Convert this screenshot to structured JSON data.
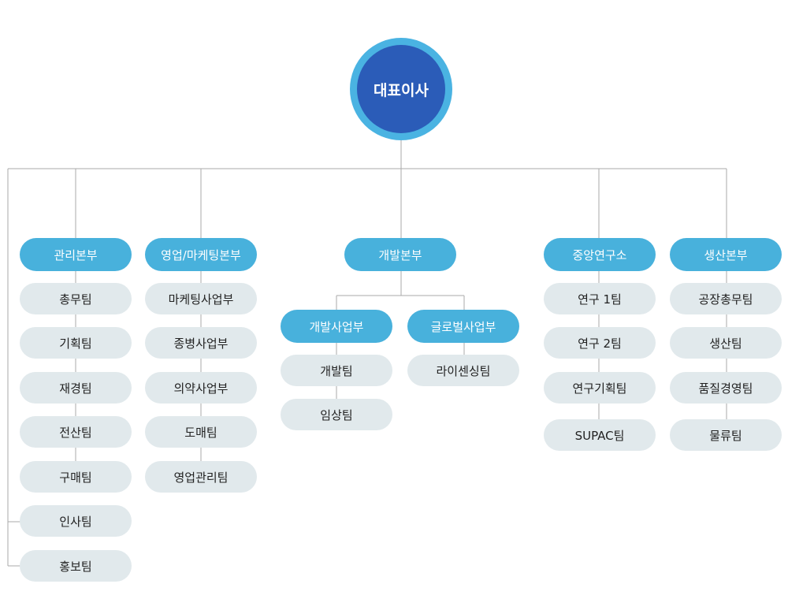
{
  "ceo": "대표이사",
  "divisions": [
    {
      "label": "관리본부",
      "teams": [
        "총무팀",
        "기획팀",
        "재경팀",
        "전산팀",
        "구매팀",
        "인사팀",
        "홍보팀"
      ]
    },
    {
      "label": "영업/마케팅본부",
      "teams": [
        "마케팅사업부",
        "종병사업부",
        "의약사업부",
        "도매팀",
        "영업관리팀"
      ]
    },
    {
      "label": "개발본부",
      "subs": [
        {
          "label": "개발사업부",
          "teams": [
            "개발팀",
            "임상팀"
          ]
        },
        {
          "label": "글로벌사업부",
          "teams": [
            "라이센싱팀"
          ]
        }
      ]
    },
    {
      "label": "중앙연구소",
      "teams": [
        "연구 1팀",
        "연구 2팀",
        "연구기획팀",
        "SUPAC팀"
      ]
    },
    {
      "label": "생산본부",
      "teams": [
        "공장총무팀",
        "생산팀",
        "품질경영팀",
        "물류팀"
      ]
    }
  ],
  "colors": {
    "ceo_outer": "#4ab3e2",
    "ceo_inner": "#2b5cb8",
    "department": "#48b1dc",
    "team": "#e1e9ec",
    "line": "#aaaaaa"
  }
}
